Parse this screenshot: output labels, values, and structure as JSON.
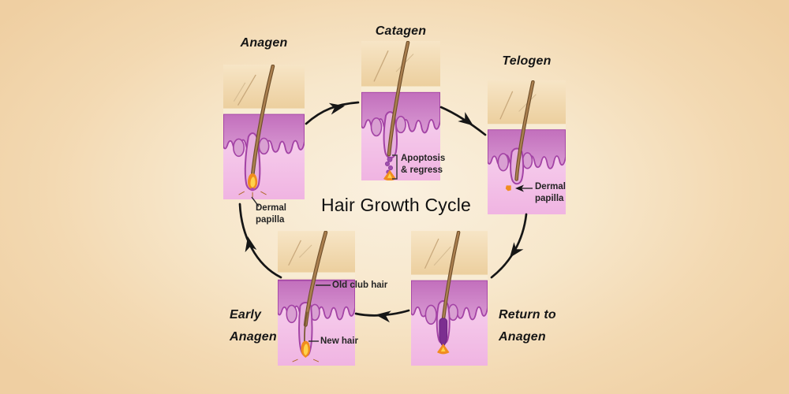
{
  "diagram": {
    "title": "Hair Growth Cycle",
    "stages": [
      {
        "id": "anagen",
        "label": "Anagen"
      },
      {
        "id": "catagen",
        "label": "Catagen"
      },
      {
        "id": "telogen",
        "label": "Telogen"
      },
      {
        "id": "return-anagen",
        "label": "Return to\nAnagen"
      },
      {
        "id": "early-anagen",
        "label": "Early\nAnagen"
      }
    ],
    "annotations": {
      "anagen_dermal_papilla": "Dermal\npapilla",
      "catagen_apoptosis": "Apoptosis\n& regress",
      "telogen_dermal_papilla": "Dermal\npapilla",
      "early_old_club_hair": "Old club hair",
      "early_new_hair": "New hair"
    },
    "colors": {
      "background_edge": "#efcfa2",
      "background_center": "#faf0df",
      "epidermis_tan": "#f3dab1",
      "dermis_band_purple": "#c87fc2",
      "dermis_outline_purple": "#a343a5",
      "lower_dermis_pink": "#f6cdec",
      "hair_brown": "#a07848",
      "dermal_papilla_orange": "#f08c1e",
      "arrow_black": "#161616"
    }
  }
}
